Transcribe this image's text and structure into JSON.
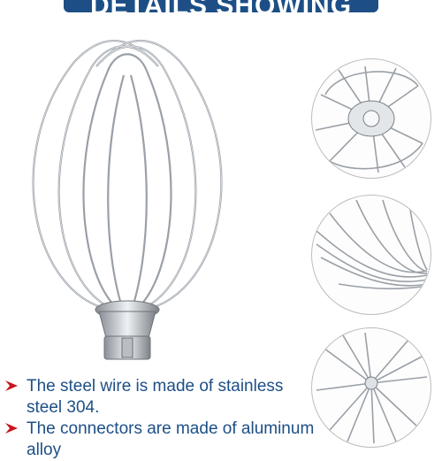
{
  "banner": {
    "title": "DETAILS SHOWING",
    "colors": {
      "bar": "#1d4f86",
      "ribbon": "#7bb4e3"
    }
  },
  "product_images": [
    {
      "name": "wire whisk attachment",
      "view": "full"
    },
    {
      "name": "whisk connector",
      "view": "top closeup"
    },
    {
      "name": "whisk wires",
      "view": "side closeup"
    },
    {
      "name": "whisk tip",
      "view": "bottom closeup"
    }
  ],
  "features": [
    {
      "icon": "red-arrow-icon",
      "text": "The steel wire is made of stainless steel 304."
    },
    {
      "icon": "red-arrow-icon",
      "text": "The connectors are made of aluminum alloy"
    }
  ],
  "colors": {
    "text": "#1d4f86",
    "arrow": "#c8161d"
  }
}
